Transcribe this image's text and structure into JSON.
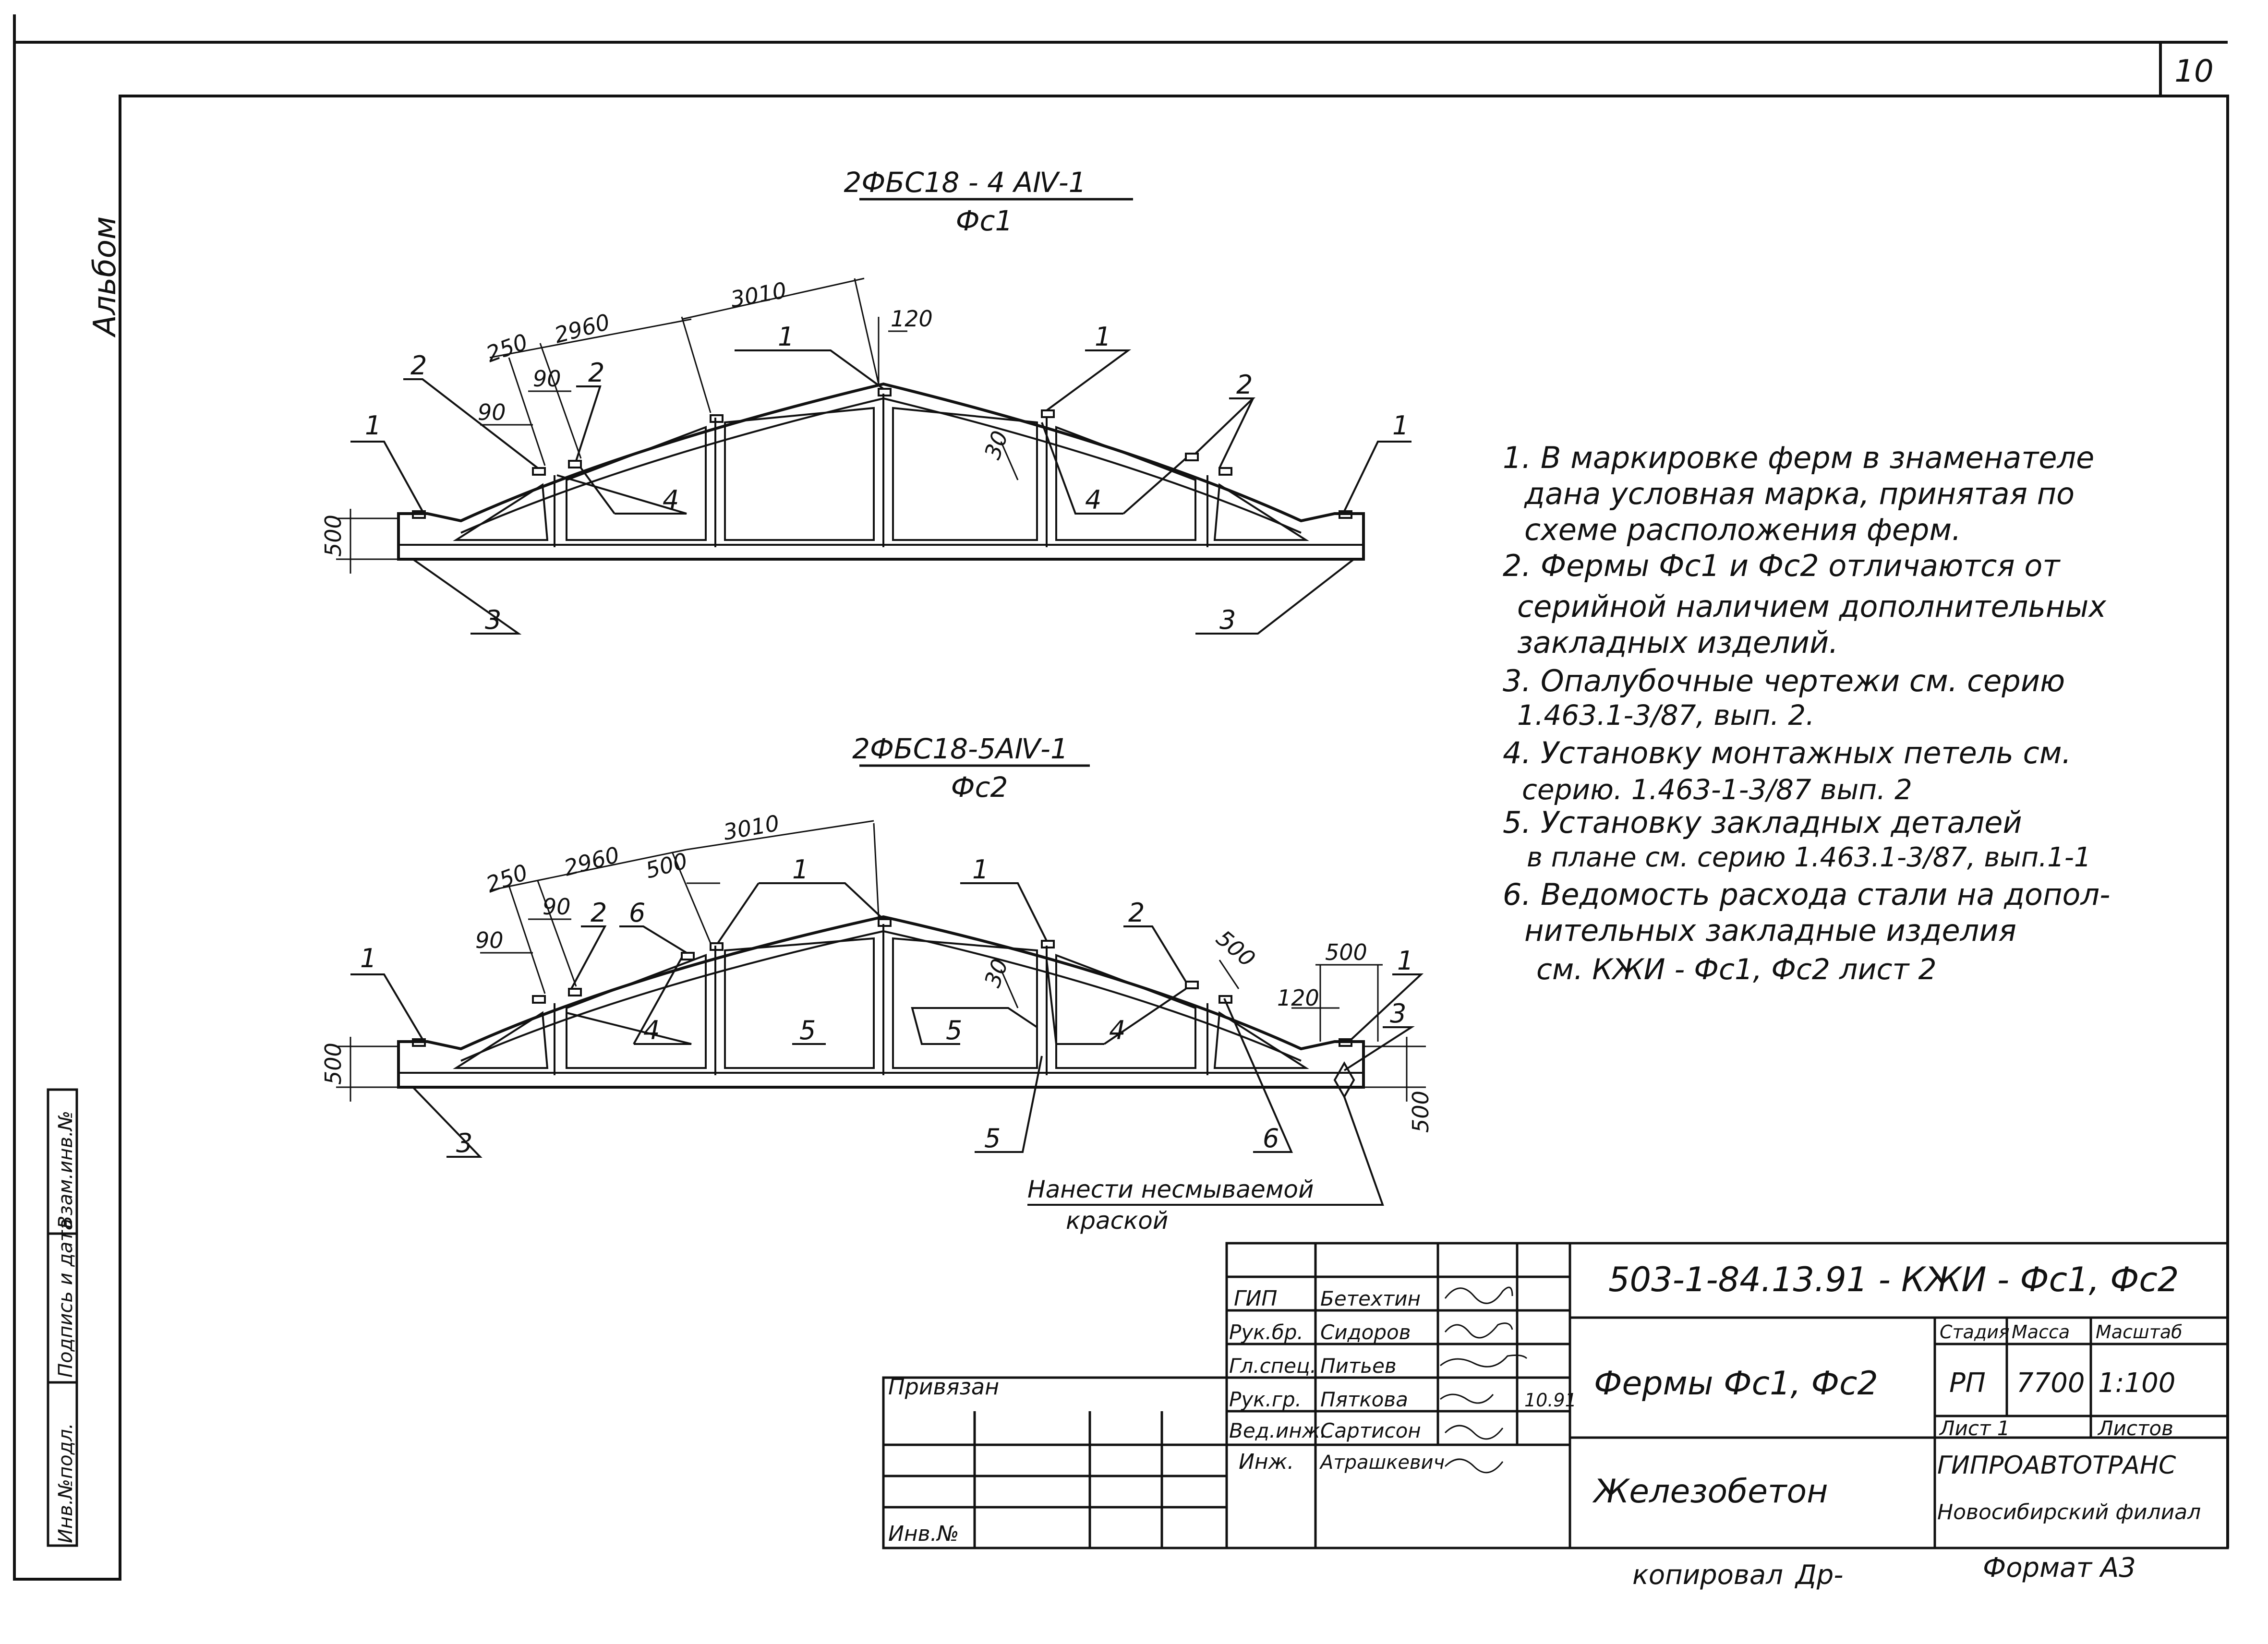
{
  "sheet": {
    "page_number": "10",
    "album_label": "Альбом",
    "format_label": "Формат А3",
    "copied_by": "копировал",
    "copied_sign": "Др-"
  },
  "margin_stamps": [
    "Инв.№подл.",
    "Подпись и дата",
    "Взам.инв.№"
  ],
  "truss1": {
    "mark": "2ФБС18 - 4 АⅣ-1",
    "sub": "Фс1",
    "dims": {
      "d250": "250",
      "d2960": "2960",
      "d3010": "3010",
      "d120": "120",
      "d90a": "90",
      "d90b": "90",
      "d30": "30",
      "d500": "500"
    },
    "callouts": {
      "c1a": "1",
      "c1b": "1",
      "c1c": "1",
      "c1d": "1",
      "c2a": "2",
      "c2b": "2",
      "c2c": "2",
      "c3a": "3",
      "c3b": "3",
      "c4a": "4",
      "c4b": "4"
    }
  },
  "truss2": {
    "mark": "2ФБС18-5АⅣ-1",
    "sub": "Фс2",
    "dims": {
      "d250": "250",
      "d2960": "2960",
      "d3010": "3010",
      "d500a": "500",
      "d90a": "90",
      "d90b": "90",
      "d30": "30",
      "d500b": "500",
      "d500c": "500",
      "d120": "120",
      "d500l": "500",
      "d500r": "500"
    },
    "callouts": {
      "c1a": "1",
      "c1b": "1",
      "c1c": "1",
      "c1d": "1",
      "c2a": "2",
      "c2b": "2",
      "c3a": "3",
      "c3b": "3",
      "c4a": "4",
      "c4b": "4",
      "c5a": "5",
      "c5b": "5",
      "c5c": "5",
      "c6a": "6",
      "c6b": "6"
    },
    "paint_note_1": "Нанести несмываемой",
    "paint_note_2": "краской"
  },
  "notes": [
    "1. В маркировке ферм в знаменателе",
    "дана условная марка, принятая по",
    "схеме расположения ферм.",
    "2. Фермы Фс1 и Фс2 отличаются от",
    "серийной наличием дополнительных",
    "закладных изделий.",
    "3. Опалубочные чертежи см. серию",
    "1.463.1-3/87, вып. 2.",
    "4. Установку монтажных петель см.",
    "серию. 1.463-1-3/87 вып. 2",
    "5. Установку закладных деталей",
    "в плане см. серию 1.463.1-3/87, вып.1-1",
    "6. Ведомость расхода стали на допол-",
    "нительных закладные изделия",
    "см. КЖИ - Фс1, Фс2 лист 2"
  ],
  "title_block": {
    "doc_code": "503-1-84.13.91 - КЖИ - Фс1, Фс2",
    "title": "Фермы Фс1, Фс2",
    "material": "Железобетон",
    "attached_label": "Привязан",
    "inv_label": "Инв.№",
    "roles": [
      "ГИП",
      "Рук.бр.",
      "Гл.спец.",
      "Рук.гр.",
      "Вед.инж.",
      "Инж."
    ],
    "names": [
      "Бетехтин",
      "Сидоров",
      "Питьев",
      "Пяткова",
      "Сартисон",
      "Атрашкевич"
    ],
    "date_mark": "10.91",
    "stage_label": "Стадия",
    "mass_label": "Масса",
    "scale_label": "Масштаб",
    "stage": "РП",
    "mass": "7700",
    "scale": "1:100",
    "sheet_label": "Лист 1",
    "sheets_label": "Листов",
    "org_1": "ГИПРОАВТОТРАНС",
    "org_2": "Новосибирский филиал"
  }
}
